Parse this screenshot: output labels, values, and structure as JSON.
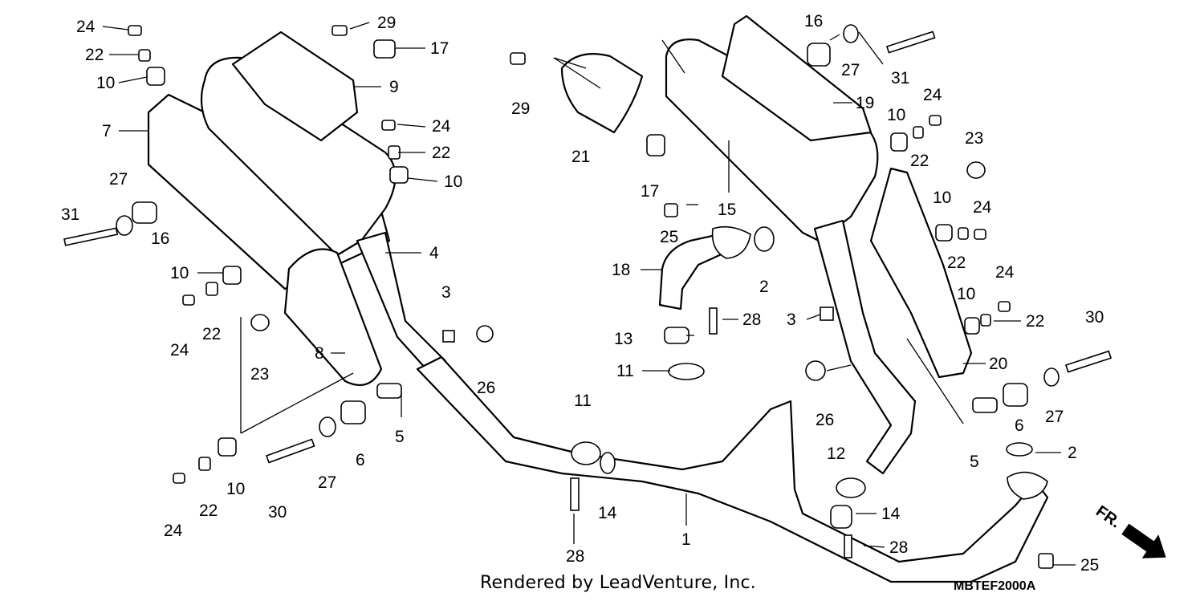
{
  "footer": {
    "credit": "Rendered by LeadVenture, Inc.",
    "diagram_code": "MBTEF2000A"
  },
  "direction_indicator": {
    "label": "FR.",
    "icon": "front-direction-arrow-icon"
  },
  "callouts": [
    {
      "n": "24"
    },
    {
      "n": "22"
    },
    {
      "n": "10"
    },
    {
      "n": "29"
    },
    {
      "n": "17"
    },
    {
      "n": "9"
    },
    {
      "n": "7"
    },
    {
      "n": "24"
    },
    {
      "n": "22"
    },
    {
      "n": "10"
    },
    {
      "n": "27"
    },
    {
      "n": "31"
    },
    {
      "n": "16"
    },
    {
      "n": "4"
    },
    {
      "n": "10"
    },
    {
      "n": "24"
    },
    {
      "n": "22"
    },
    {
      "n": "23"
    },
    {
      "n": "8"
    },
    {
      "n": "3"
    },
    {
      "n": "26"
    },
    {
      "n": "5"
    },
    {
      "n": "6"
    },
    {
      "n": "27"
    },
    {
      "n": "30"
    },
    {
      "n": "10"
    },
    {
      "n": "22"
    },
    {
      "n": "24"
    },
    {
      "n": "11"
    },
    {
      "n": "14"
    },
    {
      "n": "28"
    },
    {
      "n": "1"
    },
    {
      "n": "29"
    },
    {
      "n": "21"
    },
    {
      "n": "17"
    },
    {
      "n": "25"
    },
    {
      "n": "18"
    },
    {
      "n": "2"
    },
    {
      "n": "13"
    },
    {
      "n": "28"
    },
    {
      "n": "11"
    },
    {
      "n": "15"
    },
    {
      "n": "16"
    },
    {
      "n": "27"
    },
    {
      "n": "31"
    },
    {
      "n": "19"
    },
    {
      "n": "24"
    },
    {
      "n": "10"
    },
    {
      "n": "22"
    },
    {
      "n": "23"
    },
    {
      "n": "10"
    },
    {
      "n": "24"
    },
    {
      "n": "22"
    },
    {
      "n": "24"
    },
    {
      "n": "10"
    },
    {
      "n": "22"
    },
    {
      "n": "3"
    },
    {
      "n": "26"
    },
    {
      "n": "20"
    },
    {
      "n": "30"
    },
    {
      "n": "5"
    },
    {
      "n": "6"
    },
    {
      "n": "27"
    },
    {
      "n": "2"
    },
    {
      "n": "12"
    },
    {
      "n": "14"
    },
    {
      "n": "28"
    },
    {
      "n": "25"
    }
  ]
}
